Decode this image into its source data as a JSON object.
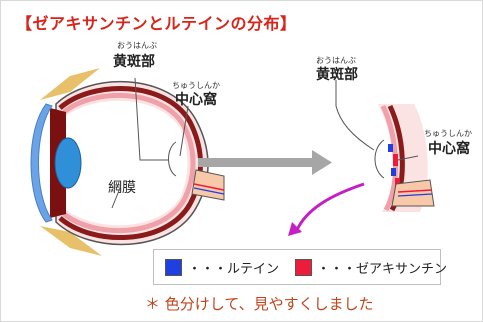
{
  "title": "【ゼアキサンチンとルテインの分布】",
  "left_eye": {
    "macula_ruby": "おうはんぶ",
    "macula": "黄斑部",
    "fovea_ruby": "ちゅうしんか",
    "fovea": "中心窩",
    "retina": "網膜"
  },
  "right_eye": {
    "macula_ruby": "おうはんぶ",
    "macula": "黄斑部",
    "fovea_ruby": "ちゅうしんか",
    "fovea": "中心窩"
  },
  "legend": [
    {
      "label": "・・・ルテイン",
      "color": "#1f3fe0"
    },
    {
      "label": "・・・ゼアキサンチン",
      "color": "#ee1c3b"
    }
  ],
  "note": "＊ 色分けして、見やすくしました",
  "colors": {
    "title": "#d9241b",
    "cornea": "#6aa3e8",
    "lens": "#2f8fd8",
    "retina": "#f0a0a8",
    "choroid": "#8b1a1a",
    "optic_nerve": "#f7c9a8",
    "eyelid": "#e8c06a",
    "arrow_gray": "#a6a6a6",
    "arrow_magenta": "#c21fc4",
    "lutein": "#1f3fe0",
    "zeaxanthin": "#ee1c3b"
  }
}
